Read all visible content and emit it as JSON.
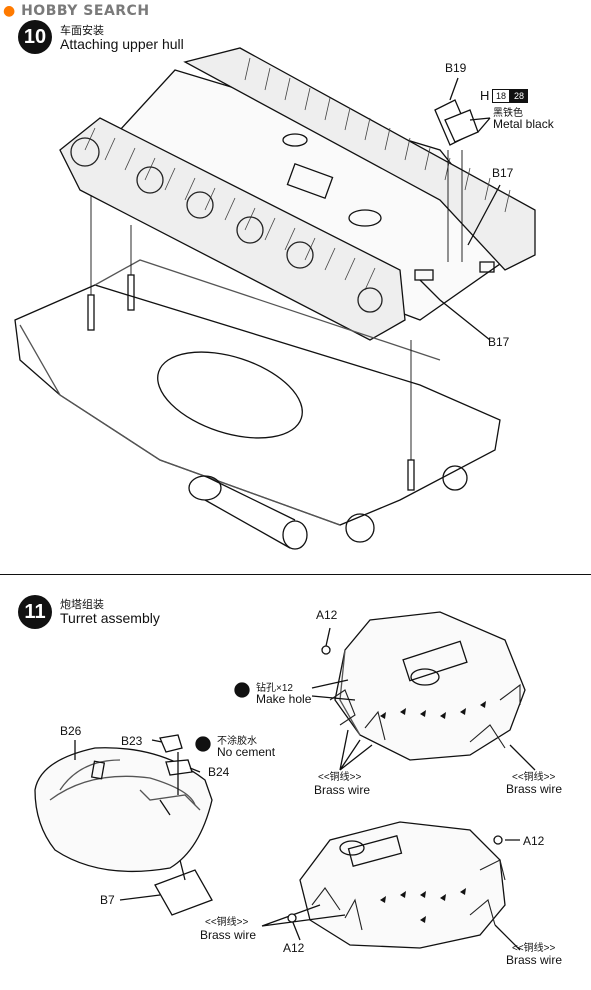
{
  "watermark": "HOBBY SEARCH",
  "step10": {
    "number": "10",
    "title_cn": "车面安装",
    "title_en": "Attaching upper hull",
    "labels": {
      "b19": "B19",
      "b17_right": "B17",
      "b17_lower": "B17"
    },
    "paint": {
      "code": "H",
      "num1": "18",
      "num2": "28",
      "name_cn": "黑铁色",
      "name_en": "Metal black"
    }
  },
  "step11": {
    "number": "11",
    "title_cn": "炮塔组装",
    "title_en": "Turret assembly",
    "labels": {
      "a12_top": "A12",
      "drill_cn": "钻孔×12",
      "drill_en": "Make hole",
      "b26": "B26",
      "b23": "B23",
      "b24": "B24",
      "b7": "B7",
      "no_cement_cn": "不涂胶水",
      "no_cement_en": "No cement",
      "copper_cn_1": "<<铜线>>",
      "brass_1": "Brass wire",
      "copper_cn_2": "<<铜线>>",
      "brass_2": "Brass wire",
      "a12_right": "A12",
      "copper_cn_3": "<<铜线>>",
      "brass_3": "Brass wire",
      "a12_bottom": "A12",
      "copper_cn_4": "<<铜线>>",
      "brass_4": "Brass wire"
    }
  }
}
